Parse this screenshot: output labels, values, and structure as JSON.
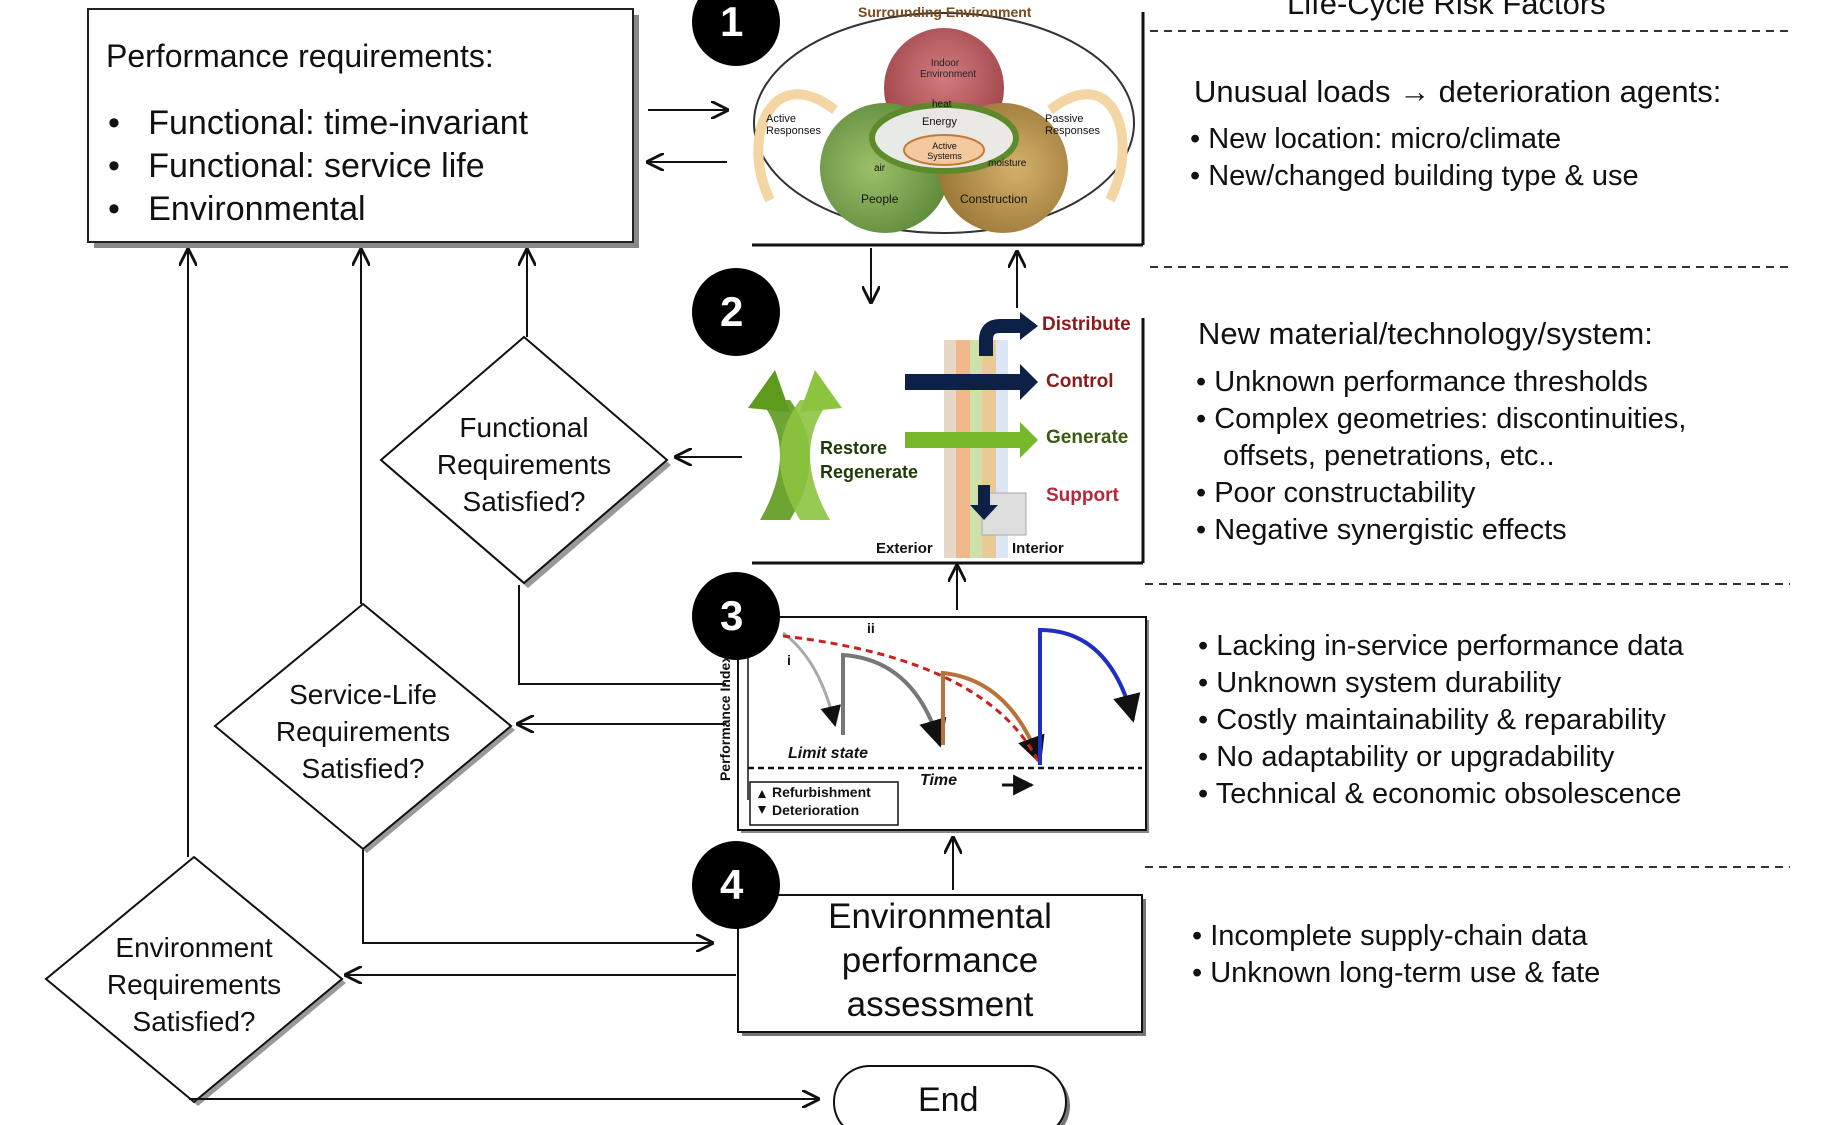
{
  "risk_factors_title": "Life-Cycle Risk Factors",
  "performance_requirements": {
    "title": "Performance requirements:",
    "items": [
      "Functional: time-invariant",
      "Functional: service life",
      "Environmental"
    ]
  },
  "steps": [
    "1",
    "2",
    "3",
    "4"
  ],
  "panel1": {
    "surrounding": "Surrounding Environment",
    "indoor": "Indoor Environment",
    "heat": "heat",
    "energy": "Energy",
    "active_systems": "Active Systems",
    "air": "air",
    "moisture": "moisture",
    "active_responses": "Active Responses",
    "passive_responses": "Passive Responses",
    "people": "People",
    "construction": "Construction"
  },
  "panel2": {
    "distribute": "Distribute",
    "control": "Control",
    "generate": "Generate",
    "support": "Support",
    "restore": "Restore",
    "regenerate": "Regenerate",
    "exterior": "Exterior",
    "interior": "Interior"
  },
  "panel3": {
    "ylabel": "Performance Index",
    "i_label": "i",
    "ii_label": "ii",
    "limit_state": "Limit state",
    "time": "Time",
    "legend_refurb": "Refurbishment",
    "legend_deter": "Deterioration"
  },
  "decisions": {
    "functional": "Functional Requirements Satisfied?",
    "service_life": "Service-Life Requirements Satisfied?",
    "environment": "Environment Requirements Satisfied?"
  },
  "env_assessment": "Environmental performance assessment",
  "end": "End",
  "risk_sections": [
    {
      "heading": "Unusual loads → deterioration agents:",
      "items": [
        "New location: micro/climate",
        "New/changed building type & use"
      ]
    },
    {
      "heading": "New material/technology/system:",
      "items": [
        "Unknown performance thresholds",
        "Complex geometries: discontinuities,",
        "offsets, penetrations, etc..",
        "Poor constructability",
        "Negative synergistic effects"
      ]
    },
    {
      "heading": "",
      "items": [
        "Lacking in-service performance data",
        "Unknown system durability",
        "Costly maintainability & reparability",
        "No adaptability or upgradability",
        "Technical & economic obsolescence"
      ]
    },
    {
      "heading": "",
      "items": [
        "Incomplete supply-chain data",
        "Unknown long-term use & fate"
      ]
    }
  ],
  "colors": {
    "indoor": "#b5575a",
    "people": "#7aa24f",
    "construction": "#b8934c",
    "distribute": "#8b1a1a",
    "control": "#8b1a1a",
    "generate": "#3d5a14",
    "support": "#b5283a",
    "arrow_navy": "#0d2147",
    "arrow_green": "#76b82a",
    "curve_red": "#cc1f1f",
    "curve_blue": "#1f2fbf"
  }
}
